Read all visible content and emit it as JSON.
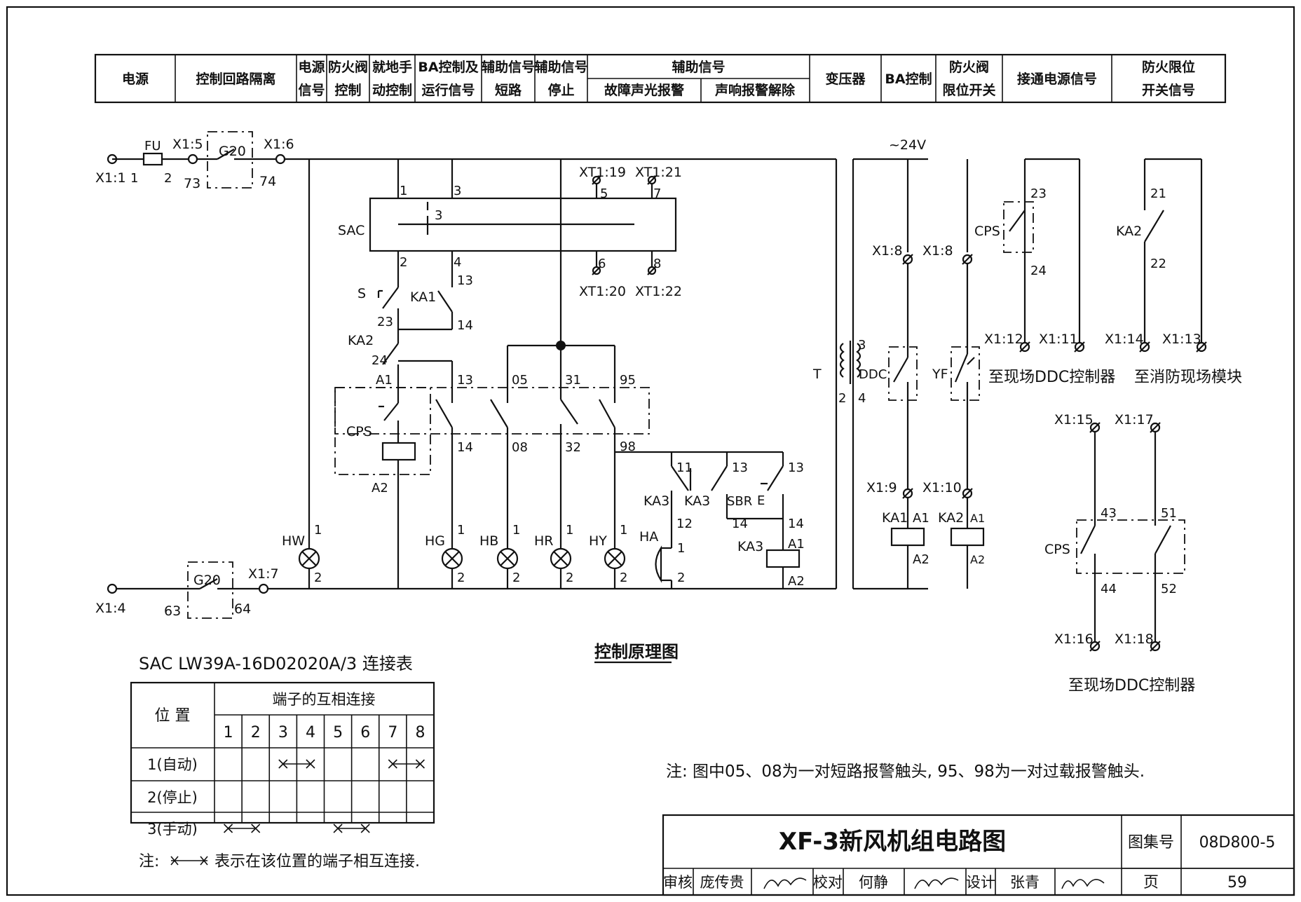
{
  "header": [
    {
      "id": "h1",
      "lines": [
        "电源"
      ]
    },
    {
      "id": "h2",
      "lines": [
        "控制回路隔离"
      ]
    },
    {
      "id": "h3",
      "lines": [
        "电源",
        "信号"
      ]
    },
    {
      "id": "h4",
      "lines": [
        "防火阀",
        "控制"
      ]
    },
    {
      "id": "h5",
      "lines": [
        "就地手",
        "动控制"
      ]
    },
    {
      "id": "h6",
      "lines": [
        "BA控制及",
        "运行信号"
      ]
    },
    {
      "id": "h7",
      "lines": [
        "辅助信号",
        "短路"
      ]
    },
    {
      "id": "h8",
      "lines": [
        "辅助信号",
        "停止"
      ]
    },
    {
      "id": "h9",
      "top": "辅助信号",
      "subs": [
        "故障声光报警",
        "声响报警解除"
      ]
    },
    {
      "id": "h10",
      "lines": [
        "变压器"
      ]
    },
    {
      "id": "h11",
      "lines": [
        "BA控制"
      ]
    },
    {
      "id": "h12",
      "lines": [
        "防火阀",
        "限位开关"
      ]
    },
    {
      "id": "h13",
      "lines": [
        "接通电源信号"
      ]
    },
    {
      "id": "h14",
      "lines": [
        "防火限位",
        "开关信号"
      ]
    }
  ],
  "labels": {
    "fu": "FU",
    "x1_1": "X1:1",
    "n1": "1",
    "n2": "2",
    "x1_5": "X1:5",
    "g20a": "G20",
    "n73": "73",
    "n74": "74",
    "x1_6": "X1:6",
    "xt1_19": "XT1:19",
    "xt1_21": "XT1:21",
    "n5": "5",
    "n7": "7",
    "sac": "SAC",
    "s1": "1",
    "s3": "3",
    "s3b": "3",
    "s2": "2",
    "s4": "4",
    "s6": "6",
    "s8": "8",
    "xt1_20": "XT1:20",
    "xt1_22": "XT1:22",
    "s13": "13",
    "s_sw": "S",
    "ka1": "KA1",
    "k14": "14",
    "k23": "23",
    "ka2": "KA2",
    "k24": "24",
    "a1": "A1",
    "c13": "13",
    "c05": "05",
    "c31": "31",
    "c95": "95",
    "cps": "CPS",
    "c14": "14",
    "c08": "08",
    "c32": "32",
    "c98": "98",
    "a2": "A2",
    "r11": "11",
    "r13a": "13",
    "r13b": "13",
    "ka3a": "KA3",
    "ka3b": "KA3",
    "sbr": "SBR",
    "e": "E",
    "r12": "12",
    "r14a": "14",
    "r14b": "14",
    "ka3c": "KA3",
    "ra1": "A1",
    "ra2": "A2",
    "hw": "HW",
    "hw1": "1",
    "hw2": "2",
    "hg": "HG",
    "hb": "HB",
    "hr": "HR",
    "hy": "HY",
    "ha": "HA",
    "l1a": "1",
    "l1b": "1",
    "l1c": "1",
    "l1d": "1",
    "l1e": "1",
    "l2a": "2",
    "l2b": "2",
    "l2c": "2",
    "l2d": "2",
    "l2e": "2",
    "x1_4": "X1:4",
    "g20b": "G20",
    "n63": "63",
    "n64": "64",
    "x1_7": "X1:7",
    "v24": "~24V",
    "t": "T",
    "t3": "3",
    "t4": "4",
    "t2": "2",
    "ddc": "DDC",
    "yf": "YF",
    "x1_8a": "X1:8",
    "x1_8b": "X1:8",
    "x1_9": "X1:9",
    "x1_10": "X1:10",
    "ka1b": "KA1",
    "ka2b": "KA2",
    "ka1a1": "A1",
    "ka1a2": "A2",
    "ka2a1": "A1",
    "ka2a2": "A2",
    "cps2": "CPS",
    "p23": "23",
    "p24": "24",
    "x1_12": "X1:12",
    "x1_11": "X1:11",
    "to_ddc1": "至现场DDC控制器",
    "ka2c": "KA2",
    "p21": "21",
    "p22": "22",
    "x1_14": "X1:14",
    "x1_13": "X1:13",
    "to_fire": "至消防现场模块",
    "x1_15": "X1:15",
    "x1_17": "X1:17",
    "cps3": "CPS",
    "p43": "43",
    "p51": "51",
    "p44": "44",
    "p52": "52",
    "x1_16": "X1:16",
    "x1_18": "X1:18",
    "to_ddc2": "至现场DDC控制器",
    "diagram_title": "控制原理图"
  },
  "sac_table": {
    "title": "SAC LW39A-16D02020A/3 连接表",
    "pos_header": "位 置",
    "conn_header": "端子的互相连接",
    "terminals": [
      "1",
      "2",
      "3",
      "4",
      "5",
      "6",
      "7",
      "8"
    ],
    "rows": [
      {
        "label": "1(自动)",
        "links": [
          [
            3,
            4
          ],
          [
            7,
            8
          ]
        ]
      },
      {
        "label": "2(停止)",
        "links": []
      },
      {
        "label": "3(手动)",
        "links": [
          [
            1,
            2
          ],
          [
            5,
            6
          ]
        ]
      }
    ],
    "note_prefix": "注:",
    "note_suffix": "表示在该位置的端子相互连接."
  },
  "note": "注: 图中05、08为一对短路报警触头, 95、98为一对过载报警触头.",
  "title_block": {
    "title": "XF-3新风机组电路图",
    "atlas_label": "图集号",
    "atlas_no": "08D800-5",
    "page_label": "页",
    "page_no": "59",
    "review_label": "审核",
    "review_name": "庞传贵",
    "check_label": "校对",
    "check_name": "何静",
    "design_label": "设计",
    "design_name": "张青"
  }
}
